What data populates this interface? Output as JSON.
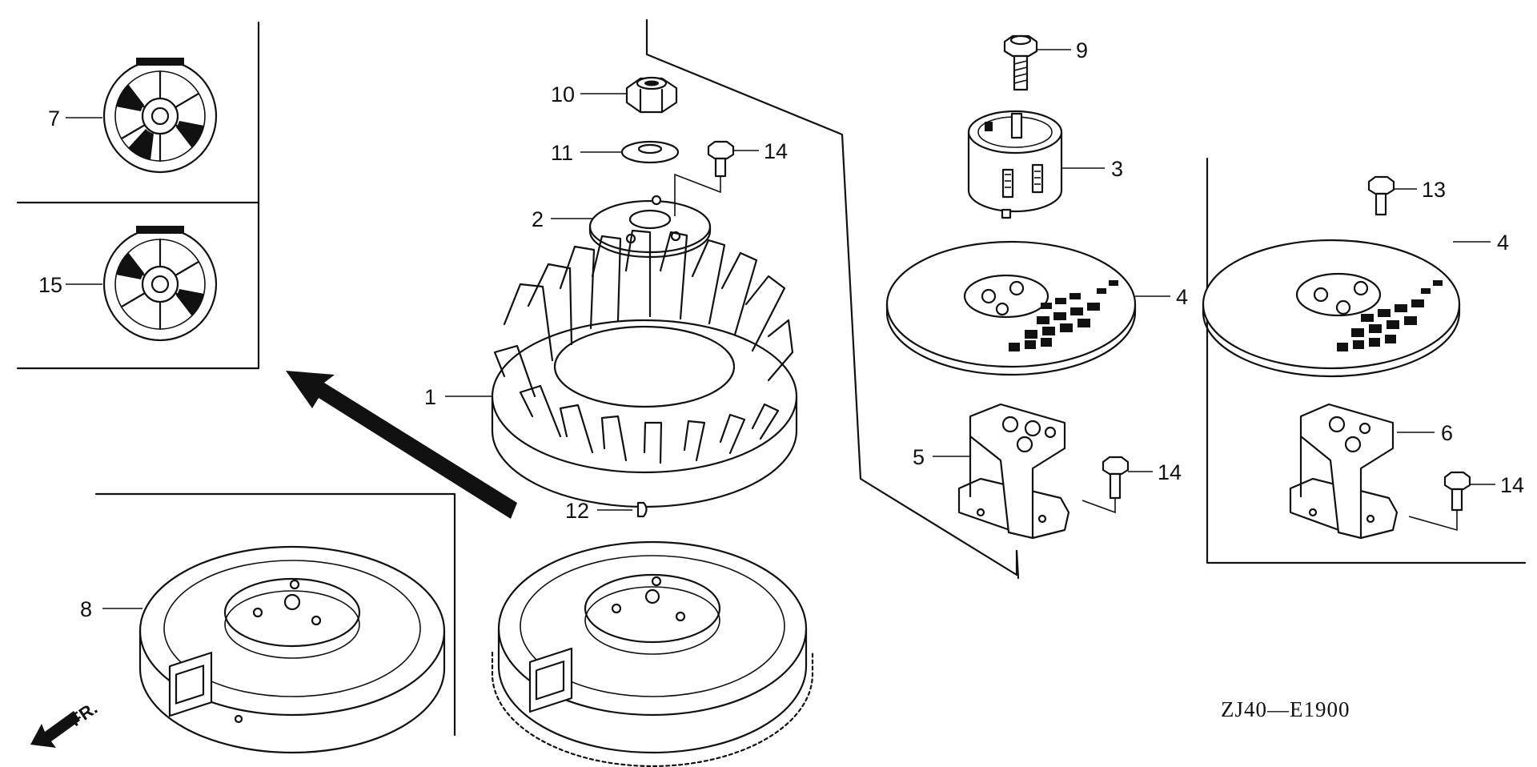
{
  "title_code": "ZJ40—E1900",
  "direction_label": "FR.",
  "callouts": [
    {
      "id": "c1",
      "label": "1"
    },
    {
      "id": "c2",
      "label": "2"
    },
    {
      "id": "c3",
      "label": "3"
    },
    {
      "id": "c4a",
      "label": "4"
    },
    {
      "id": "c4b",
      "label": "4"
    },
    {
      "id": "c5",
      "label": "5"
    },
    {
      "id": "c6",
      "label": "6"
    },
    {
      "id": "c7",
      "label": "7"
    },
    {
      "id": "c8",
      "label": "8"
    },
    {
      "id": "c9",
      "label": "9"
    },
    {
      "id": "c10",
      "label": "10"
    },
    {
      "id": "c11",
      "label": "11"
    },
    {
      "id": "c12",
      "label": "12"
    },
    {
      "id": "c13",
      "label": "13"
    },
    {
      "id": "c14a",
      "label": "14"
    },
    {
      "id": "c14b",
      "label": "14"
    },
    {
      "id": "c14c",
      "label": "14"
    },
    {
      "id": "c15",
      "label": "15"
    }
  ],
  "colors": {
    "ink": "#111111",
    "paper": "#ffffff"
  }
}
